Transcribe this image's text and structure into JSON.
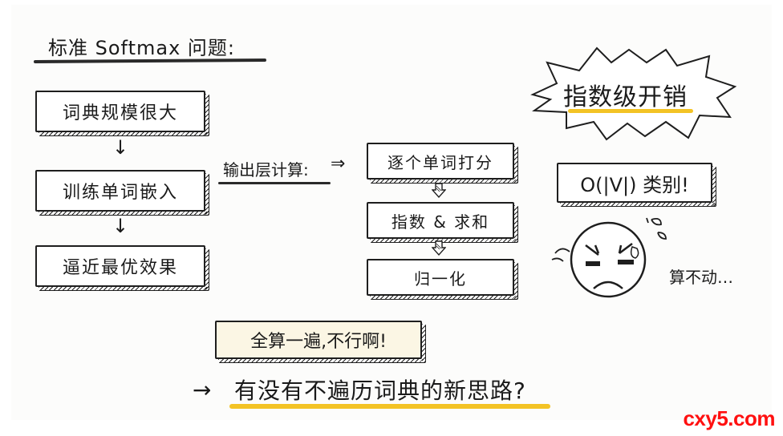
{
  "title": "标准 Softmax 问题:",
  "left_flow": {
    "steps": [
      "词典规模很大",
      "训练单词嵌入",
      "逼近最优效果"
    ],
    "arrow_icon": "down-arrow"
  },
  "output_layer": {
    "label": "输出层计算:",
    "arrow_icon": "double-right-arrow",
    "steps": [
      "逐个单词打分",
      "指数 & 求和",
      "归一化"
    ],
    "step_arrow_icon": "hollow-down-arrow"
  },
  "burst": {
    "text": "指数级开销"
  },
  "complexity": {
    "text": "O(|V|) 类别!"
  },
  "face": {
    "caption": "算不动…"
  },
  "warning_note": {
    "text": "全算一遍,不行啊!"
  },
  "question": {
    "arrow": "→",
    "text": "有没有不遍历词典的新思路?"
  },
  "watermark": "cxy5.com",
  "colors": {
    "highlight_yellow": "#f3c325",
    "watermark_red": "#ff1010",
    "ink": "#1e1e1e",
    "note_bg": "#fbf6e4"
  }
}
